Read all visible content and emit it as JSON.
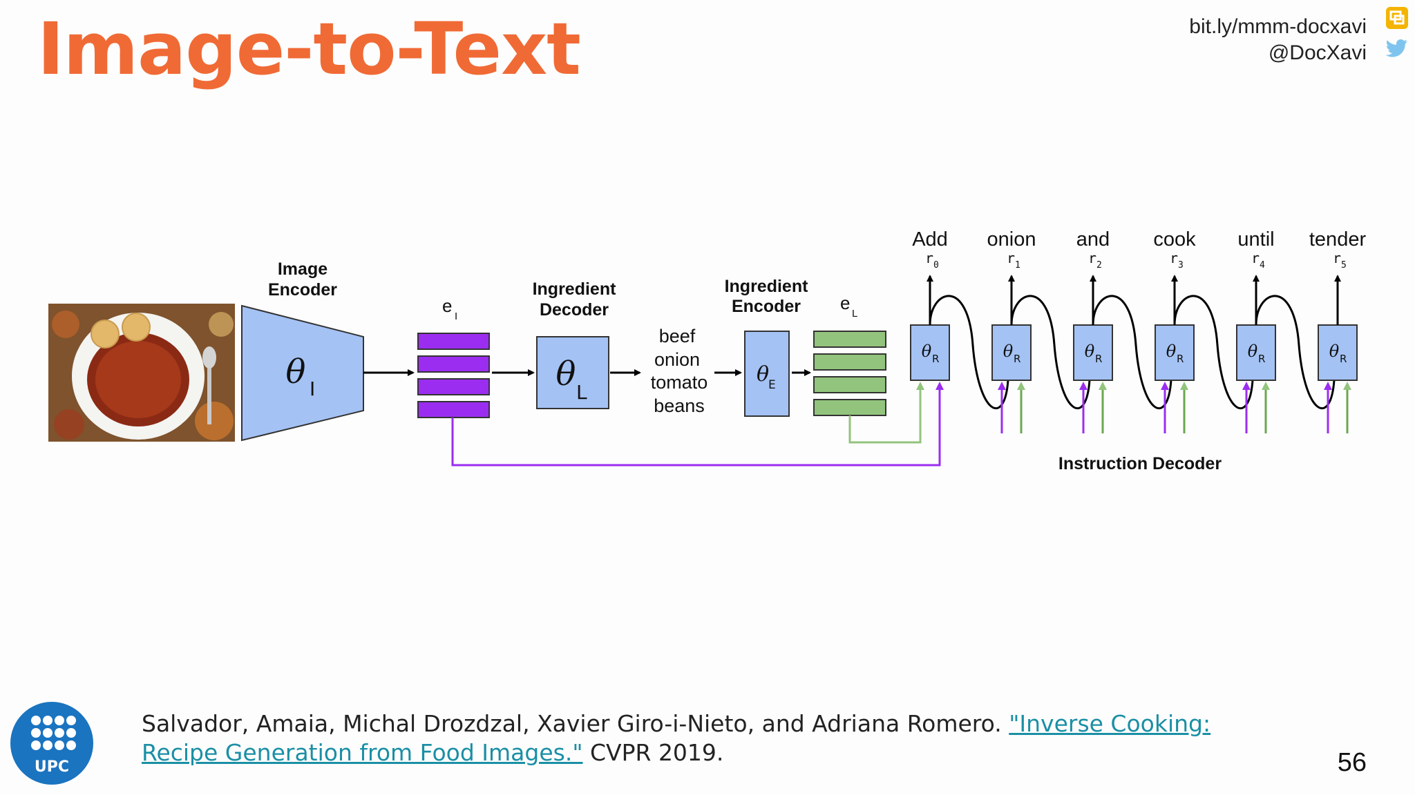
{
  "slide": {
    "title": "Image-to-Text",
    "link": "bit.ly/mmm-docxavi",
    "handle": "@DocXavi",
    "page_number": "56",
    "logo_text": "UPC"
  },
  "diagram": {
    "image_encoder_label": [
      "Image",
      "Encoder"
    ],
    "image_encoder_symbol": "θ",
    "image_encoder_sub": "I",
    "e_i_label": "e",
    "e_i_sub": "I",
    "ingredient_decoder_label": [
      "Ingredient",
      "Decoder"
    ],
    "ingredient_decoder_symbol": "θ",
    "ingredient_decoder_sub": "L",
    "ingredients": [
      "beef",
      "onion",
      "tomato",
      "beans"
    ],
    "ingredient_encoder_label": [
      "Ingredient",
      "Encoder"
    ],
    "ingredient_encoder_symbol": "θ",
    "ingredient_encoder_sub": "E",
    "e_l_label": "e",
    "e_l_sub": "L",
    "decoder_cell_symbol": "θ",
    "decoder_cell_sub": "R",
    "instruction_decoder_label": "Instruction Decoder",
    "words": [
      "Add",
      "onion",
      "and",
      "cook",
      "until",
      "tender"
    ],
    "step_prefix": "r",
    "step_subs": [
      "0",
      "1",
      "2",
      "3",
      "4",
      "5"
    ],
    "colors": {
      "block_fill": "#a4c2f4",
      "purple": "#9b2df0",
      "green": "#93c47d",
      "green_line": "#6aa84f",
      "accent": "#f06a35"
    }
  },
  "reference": {
    "authors": "Salvador, Amaia, Michal Drozdzal, Xavier Giro-i-Nieto, and Adriana Romero. ",
    "link_text": "\"Inverse Cooking: Recipe Generation from Food Images.\"",
    "venue": " CVPR 2019."
  }
}
